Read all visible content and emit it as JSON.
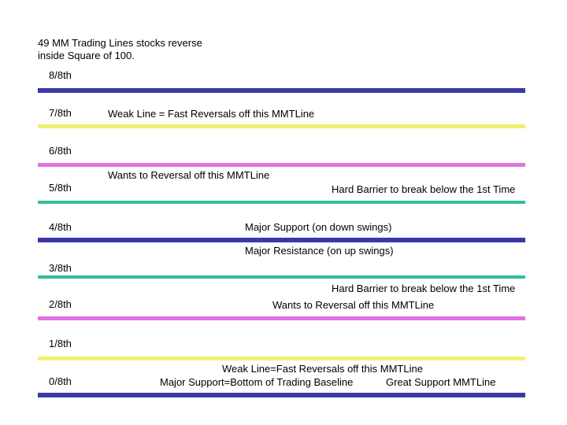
{
  "title": {
    "line1": "49 MM Trading Lines stocks reverse",
    "line2": "inside Square of 100."
  },
  "colors": {
    "major_line_blue": "#3A3AA6",
    "weak_line_yellow": "#F0F070",
    "wants_line_pink": "#E172E1",
    "hard_line_teal": "#33BC9E"
  },
  "levels": [
    {
      "label": "8/8th"
    },
    {
      "label": "7/8th"
    },
    {
      "label": "6/8th"
    },
    {
      "label": "5/8th"
    },
    {
      "label": "4/8th"
    },
    {
      "label": "3/8th"
    },
    {
      "label": "2/8th"
    },
    {
      "label": "1/8th"
    },
    {
      "label": "0/8th"
    }
  ],
  "annotations": {
    "weak_7": "Weak Line = Fast Reversals off this MMTLine",
    "wants_6": "Wants to Reversal off this MMTLine",
    "hard_5": "Hard Barrier to break below the 1st Time",
    "major_support_4": "Major Support (on down swings)",
    "major_resistance_4": "Major Resistance (on up swings)",
    "hard_3": "Hard Barrier to break below the 1st Time",
    "wants_2": "Wants to Reversal off this MMTLine",
    "weak_0": "Weak Line=Fast Reversals off this MMTLine",
    "major_support_0": "Major Support=Bottom of Trading Baseline",
    "great_support_0": "Great Support MMTLine"
  }
}
